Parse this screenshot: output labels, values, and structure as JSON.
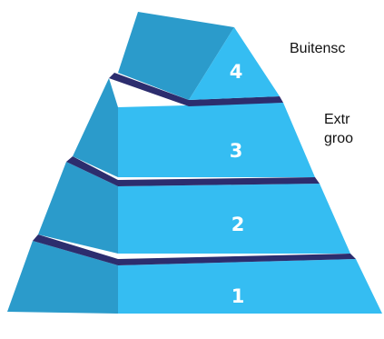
{
  "diagram": {
    "levels": [
      {
        "number": "1"
      },
      {
        "number": "2"
      },
      {
        "number": "3"
      },
      {
        "number": "4"
      }
    ],
    "labels": {
      "top": "Buitensc",
      "mid_line1": "Extr",
      "mid_line2": "groo"
    },
    "colors": {
      "front": "#35bdf2",
      "side": "#2b9bcb",
      "separator": "#2c2d6e"
    }
  }
}
